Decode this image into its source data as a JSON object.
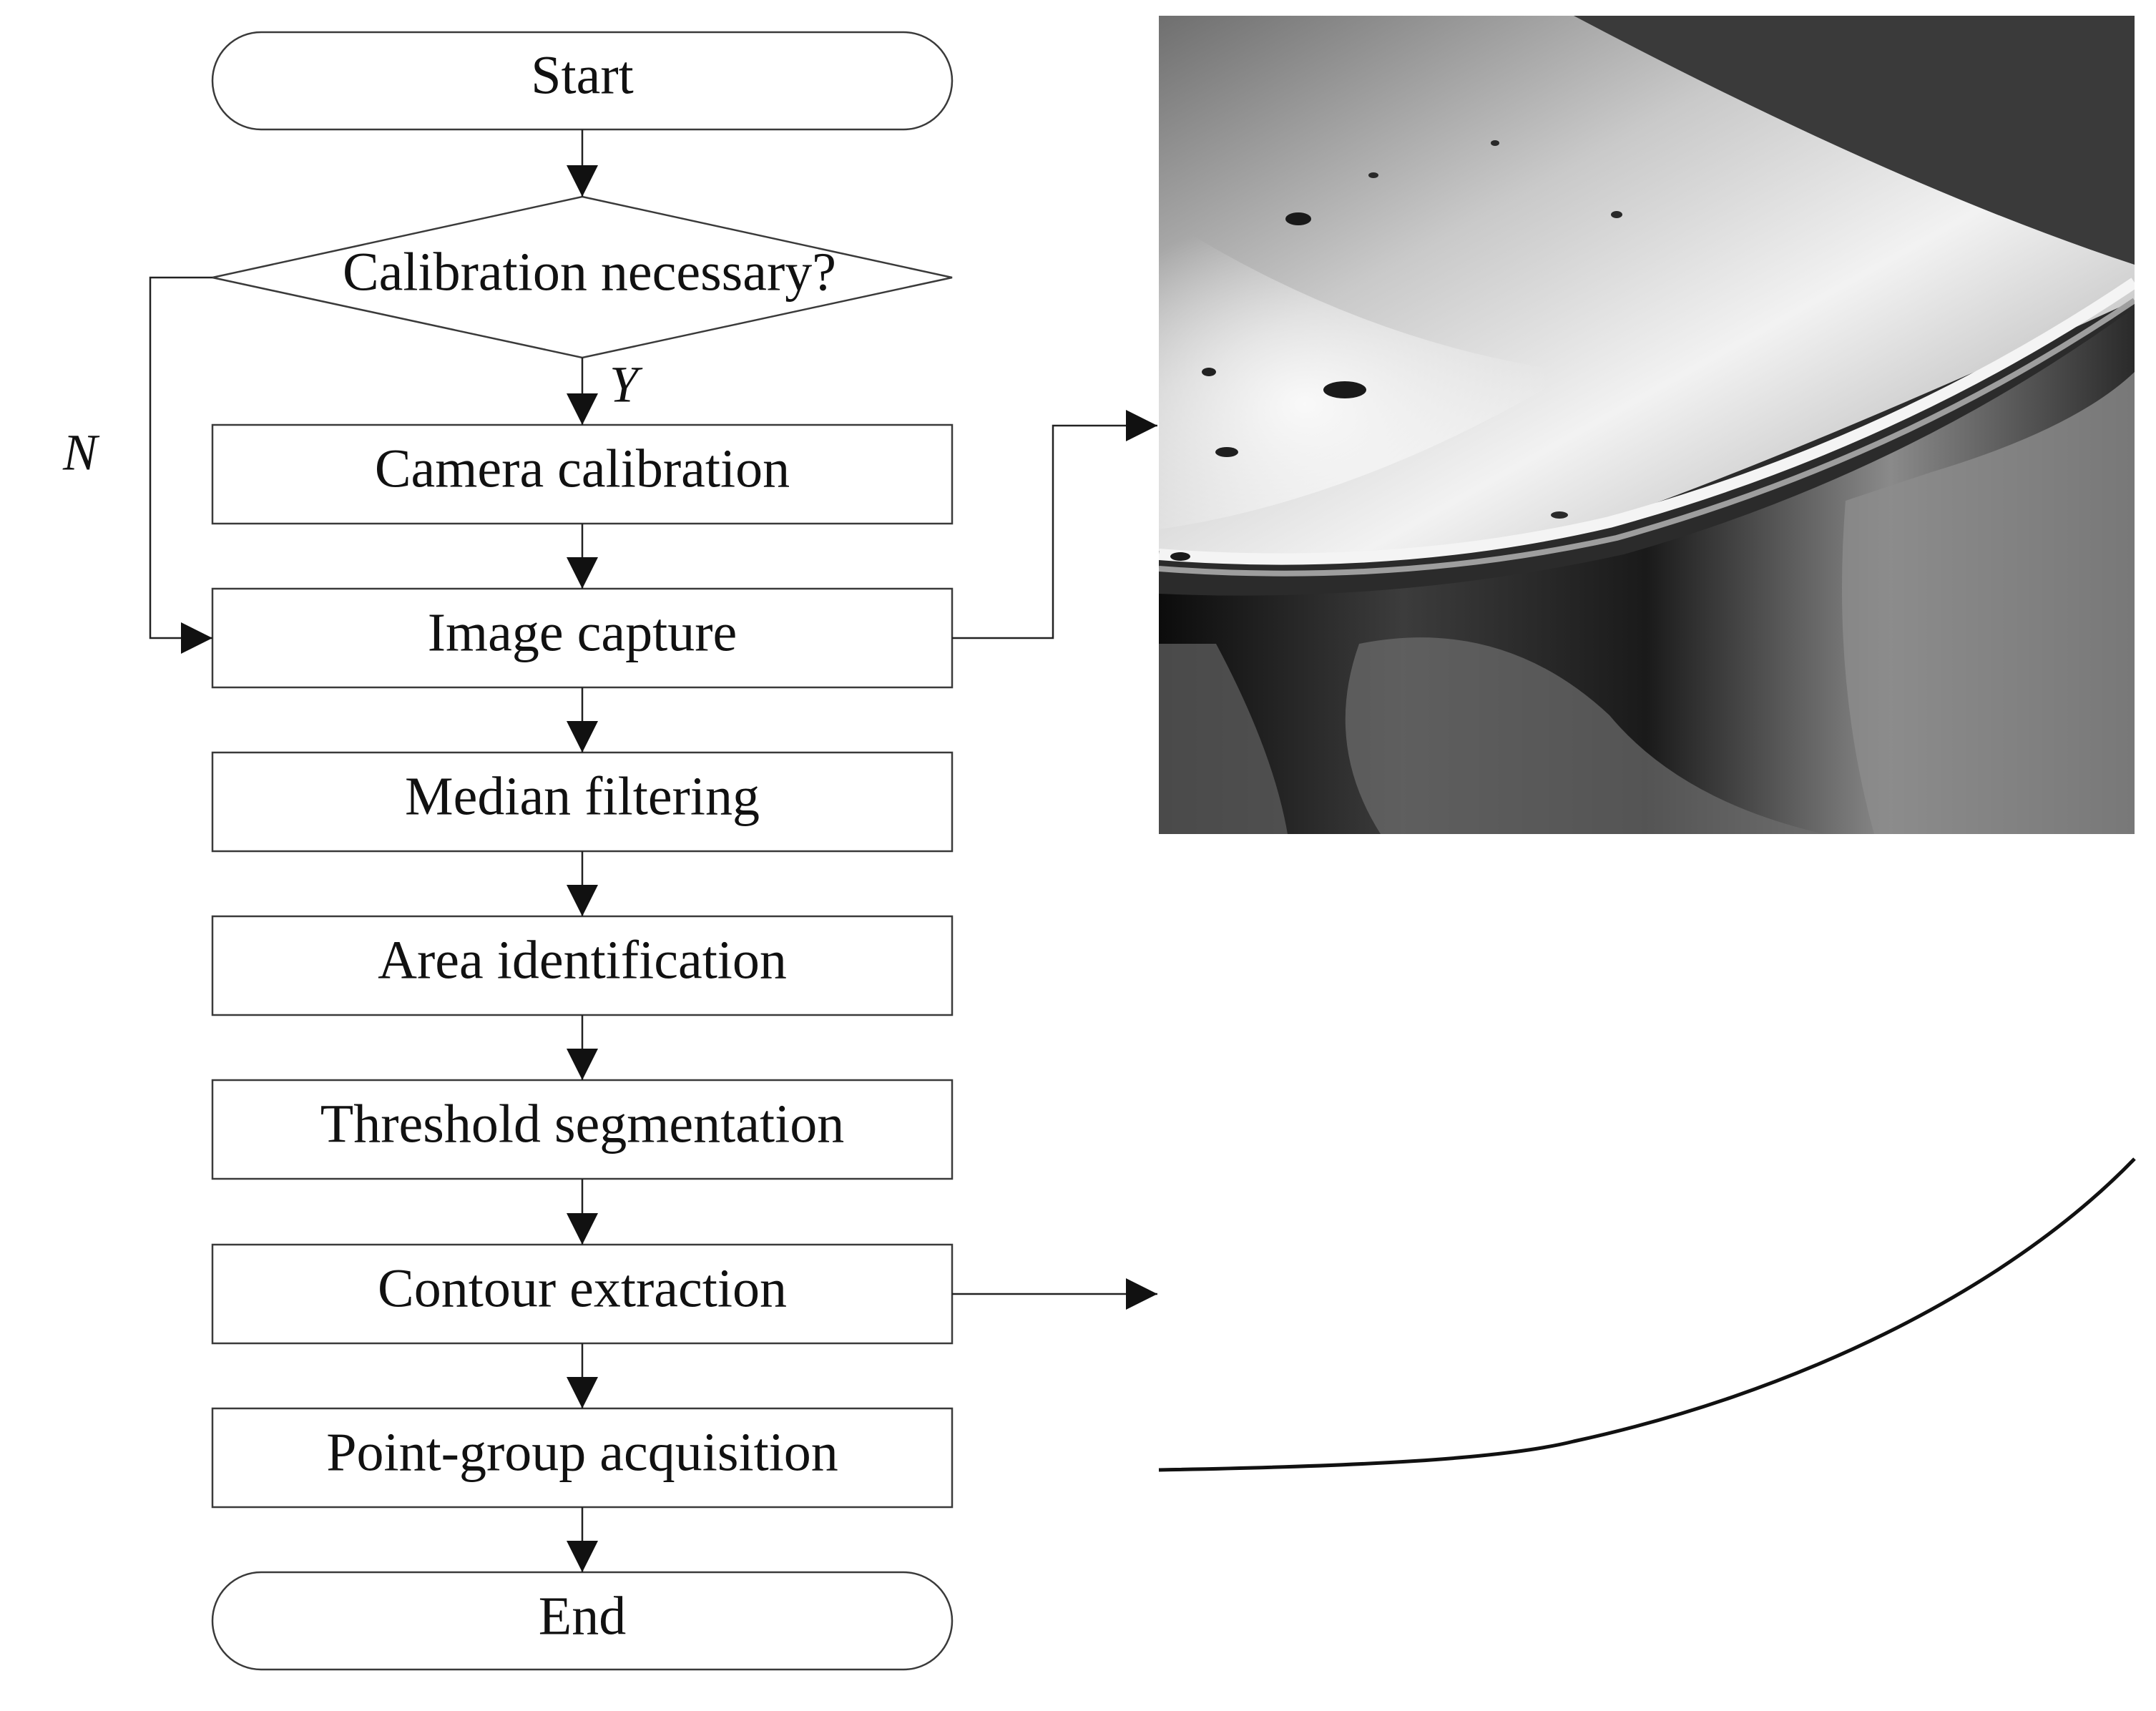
{
  "nodes": {
    "start": "Start",
    "decision": "Calibration necessary?",
    "camera_calibration": "Camera calibration",
    "image_capture": "Image capture",
    "median_filtering": "Median filtering",
    "area_identification": "Area identification",
    "threshold_segmentation": "Threshold segmentation",
    "contour_extraction": "Contour extraction",
    "point_group_acquisition": "Point-group acquisition",
    "end": "End"
  },
  "branches": {
    "yes": "Y",
    "no": "N"
  },
  "colors": {
    "line": "#222222",
    "shape_border": "#3a3a3a",
    "text": "#111111"
  }
}
